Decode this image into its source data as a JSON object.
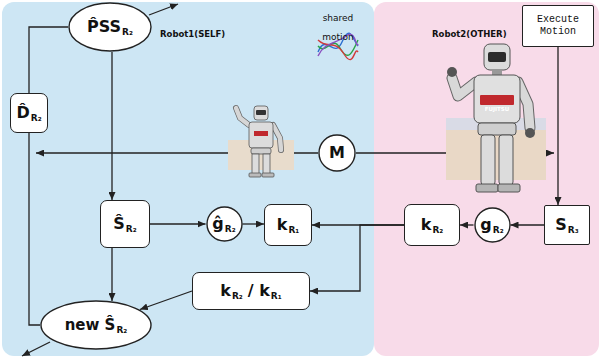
{
  "diagram": {
    "nodes": [
      {
        "text": [
          "Robot1(SELF)"
        ]
      },
      {
        "text": [
          "P̂SS",
          "R₂"
        ],
        "in": 0
      },
      {
        "text": [
          "D̂",
          "R₂"
        ],
        "in": 0
      },
      {
        "text": [
          "Ŝ",
          "R₂"
        ],
        "in": 0
      },
      {
        "text": [
          "ĝ",
          "R₂"
        ],
        "in": 0
      },
      {
        "text": [
          "k",
          "R₁"
        ],
        "in": 0
      },
      {
        "text": [
          "k",
          "R₂",
          "/ k",
          "R₁"
        ],
        "in": 0
      },
      {
        "text": [
          "new Ŝ",
          "R₂"
        ],
        "in": 0
      },
      {
        "text": [
          "M"
        ]
      },
      {
        "text": [
          "Robot2(OTHER)"
        ]
      },
      {
        "text": [
          "Execute Motion"
        ],
        "in": 9
      },
      {
        "text": [
          "k",
          "R₂"
        ],
        "in": 9
      },
      {
        "text": [
          "g",
          "R₂"
        ],
        "in": 9
      },
      {
        "text": [
          "S",
          "R₃"
        ],
        "in": 9
      }
    ],
    "edges": [
      {
        "from": 1,
        "to": 3,
        "arrow": "to"
      },
      {
        "from": 7,
        "to": 2,
        "arrow": "none"
      },
      {
        "from": 2,
        "to": 1,
        "arrow": "none"
      },
      {
        "from": 3,
        "to": 4,
        "arrow": "to"
      },
      {
        "from": 4,
        "to": 5,
        "arrow": "to"
      },
      {
        "from": 3,
        "to": 7,
        "arrow": "to"
      },
      {
        "from": 6,
        "to": 7,
        "arrow": "to"
      },
      {
        "from": 10,
        "to": 13,
        "arrow": "to"
      },
      {
        "from": 13,
        "to": 12,
        "arrow": "to"
      },
      {
        "from": 12,
        "to": 11,
        "arrow": "to"
      },
      {
        "from": 11,
        "to": 5,
        "arrow": "to"
      },
      {
        "from": 11,
        "to": 6,
        "arrow": "to"
      }
    ],
    "labels": [
      "shared motion",
      "FUJITSU"
    ]
  }
}
